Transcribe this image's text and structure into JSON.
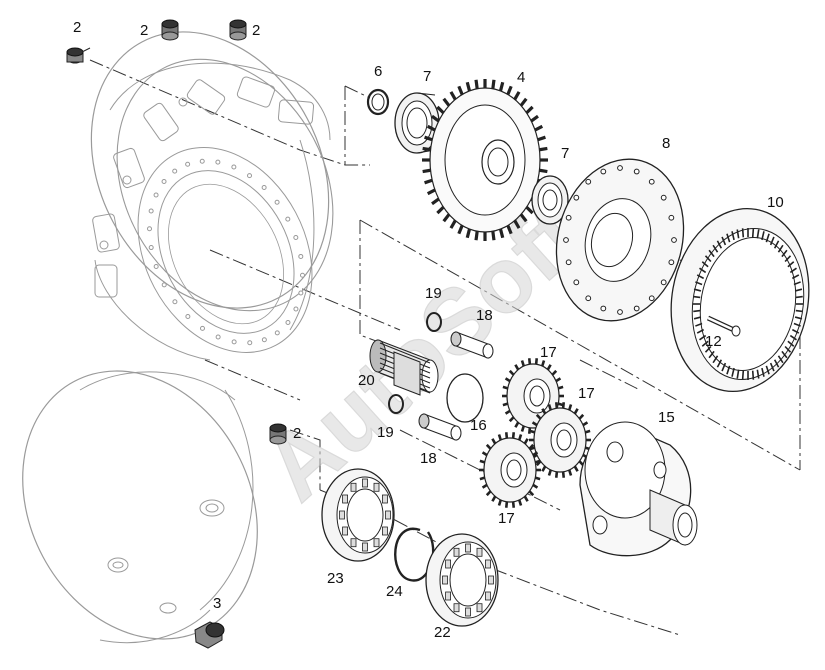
{
  "watermark": {
    "text": "AutoSoft",
    "color": "#d8d8d8"
  },
  "callouts": [
    {
      "id": "c2a",
      "text": "2"
    },
    {
      "id": "c2b",
      "text": "2"
    },
    {
      "id": "c2c",
      "text": "2"
    },
    {
      "id": "c2d",
      "text": "2"
    },
    {
      "id": "c6",
      "text": "6"
    },
    {
      "id": "c7a",
      "text": "7"
    },
    {
      "id": "c4",
      "text": "4"
    },
    {
      "id": "c7b",
      "text": "7"
    },
    {
      "id": "c8",
      "text": "8"
    },
    {
      "id": "c10",
      "text": "10"
    },
    {
      "id": "c19a",
      "text": "19"
    },
    {
      "id": "c18a",
      "text": "18"
    },
    {
      "id": "c17a",
      "text": "17"
    },
    {
      "id": "c20",
      "text": "20"
    },
    {
      "id": "c17b",
      "text": "17"
    },
    {
      "id": "c12",
      "text": "12"
    },
    {
      "id": "c15",
      "text": "15"
    },
    {
      "id": "c2e",
      "text": "2"
    },
    {
      "id": "c19b",
      "text": "19"
    },
    {
      "id": "c16",
      "text": "16"
    },
    {
      "id": "c18b",
      "text": "18"
    },
    {
      "id": "c17c",
      "text": "17"
    },
    {
      "id": "c3",
      "text": "3"
    },
    {
      "id": "c23",
      "text": "23"
    },
    {
      "id": "c24",
      "text": "24"
    },
    {
      "id": "c22",
      "text": "22"
    }
  ],
  "parts": [
    {
      "id": "plug-2",
      "icon": "plug-icon"
    },
    {
      "id": "hub-housing",
      "icon": "housing-icon"
    },
    {
      "id": "wheel-cover",
      "icon": "cover-icon"
    },
    {
      "id": "snap-ring-6",
      "icon": "snap-ring-icon"
    },
    {
      "id": "bearing-7",
      "icon": "bearing-icon"
    },
    {
      "id": "gear-4",
      "icon": "spur-gear-icon"
    },
    {
      "id": "flange-8",
      "icon": "flange-icon"
    },
    {
      "id": "ring-gear-10",
      "icon": "ring-gear-icon"
    },
    {
      "id": "bolt-12",
      "icon": "bolt-icon"
    },
    {
      "id": "sun-gear-20",
      "icon": "sun-gear-icon"
    },
    {
      "id": "pin-18",
      "icon": "pin-icon"
    },
    {
      "id": "planet-17",
      "icon": "planet-gear-icon"
    },
    {
      "id": "washer-16",
      "icon": "washer-icon"
    },
    {
      "id": "carrier-15",
      "icon": "carrier-icon"
    },
    {
      "id": "bearing-23",
      "icon": "bearing-icon"
    },
    {
      "id": "circlip-24",
      "icon": "circlip-icon"
    },
    {
      "id": "bearing-22",
      "icon": "bearing-icon"
    },
    {
      "id": "plug-3",
      "icon": "plug-icon"
    }
  ]
}
